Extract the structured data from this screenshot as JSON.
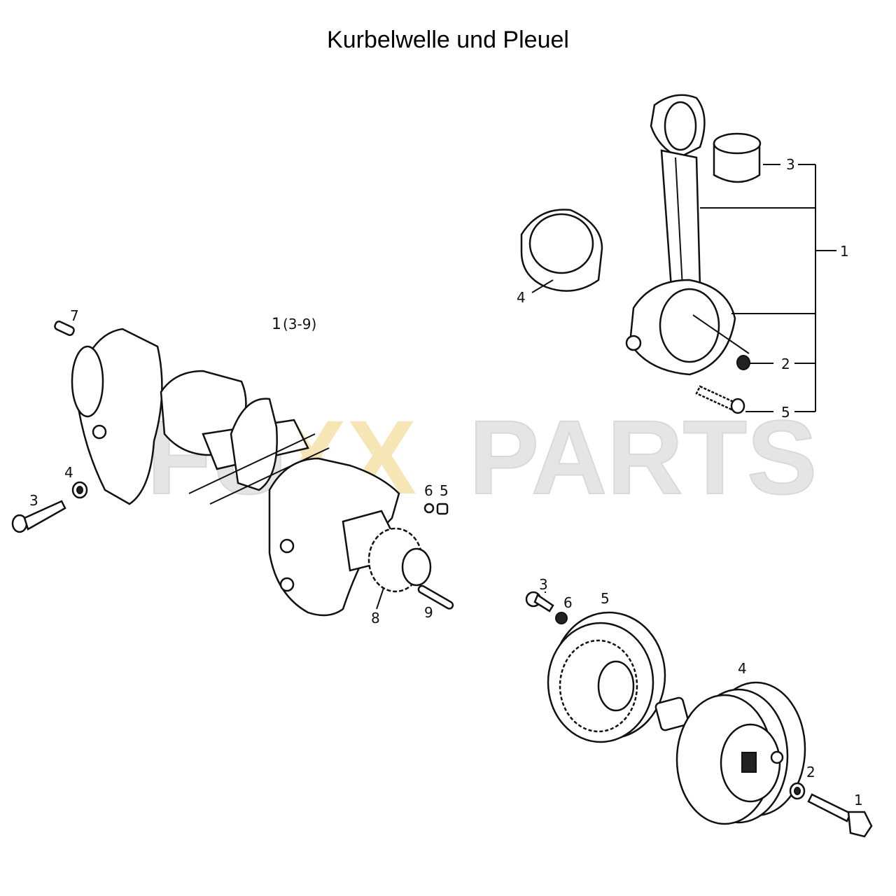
{
  "title": "Kurbelwelle und Pleuel",
  "watermark": {
    "prefix": "FU",
    "mid": "XX",
    "suffix": "PARTS",
    "color_gray": "#d0d0d0",
    "color_accent": "#f2d27a"
  },
  "crankshaft_group": {
    "assembly_number": "1",
    "assembly_range": "(3-9)",
    "callouts": [
      "7",
      "4",
      "3",
      "6",
      "5",
      "8",
      "9"
    ]
  },
  "conrod_group": {
    "callouts": [
      "3",
      "1",
      "4",
      "2",
      "5"
    ]
  },
  "pulley_group": {
    "callouts": [
      "3",
      "6",
      "5",
      "4",
      "2",
      "1"
    ]
  }
}
